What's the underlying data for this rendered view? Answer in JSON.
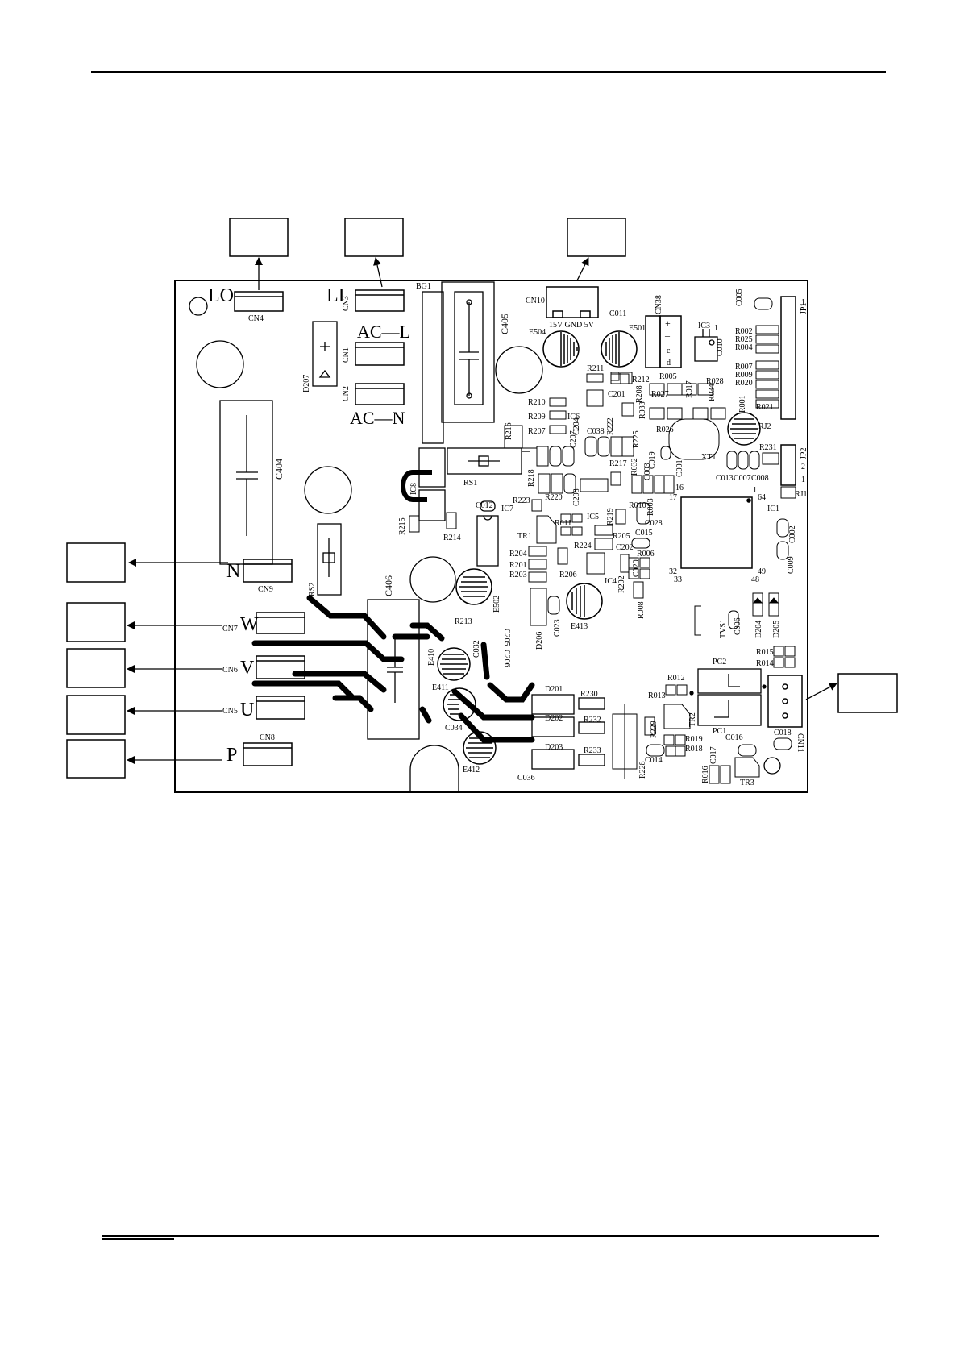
{
  "board": {
    "connectors": {
      "lo": "LO",
      "cn4": "CN4",
      "li": "LI",
      "cn3": "CN3",
      "ac_l": "AC—L",
      "cn1": "CN1",
      "ac_n": "AC—N",
      "cn2": "CN2",
      "n": "N",
      "cn9": "CN9",
      "w": "W",
      "cn7": "CN7",
      "v": "V",
      "cn6": "CN6",
      "u": "U",
      "cn5": "CN5",
      "p": "P",
      "cn8": "CN8",
      "cn10": "CN10",
      "cn10_pins": "15V GND 5V",
      "cn38": "CN38",
      "cn11": "CN11",
      "jp1": "JP1",
      "jp2": "JP2",
      "rj1": "RJ1",
      "rj2": "RJ2"
    },
    "components": {
      "bg1": "BG1",
      "c405": "C405",
      "c404": "C404",
      "c406": "C406",
      "d207": "D207",
      "rs1": "RS1",
      "rs2": "RS2",
      "ic8": "IC8",
      "r215": "R215",
      "r214": "R214",
      "c012": "C012",
      "ic7": "IC7",
      "r223": "R223",
      "tr1": "TR1",
      "r011": "R011",
      "ic5": "IC5",
      "r224": "R224",
      "r204": "R204",
      "r201": "R201",
      "r203": "R203",
      "r206": "R206",
      "d206": "D206",
      "c023": "C023",
      "e413": "E413",
      "e504": "E504",
      "e501": "E501",
      "c011": "C011",
      "r211": "R211",
      "r212": "R212",
      "c201": "C201",
      "r208": "R208",
      "r210": "R210",
      "r209": "R209",
      "r207": "R207",
      "ic6": "IC6",
      "c204": "C204",
      "c207": "C207",
      "c038": "C038",
      "r222": "R222",
      "r225": "R225",
      "r216": "R216",
      "r218": "R218",
      "r220": "R220",
      "c208": "C208",
      "r217": "R217",
      "r219": "R219",
      "r205": "R205",
      "c202": "C202",
      "ic4": "IC4",
      "r202": "R202",
      "r008": "R008",
      "c015": "C015",
      "r006": "R006",
      "c020": "C020",
      "c028": "C028",
      "r010": "R010",
      "r003": "R003",
      "r032": "R032",
      "c019": "C019",
      "c003": "C003",
      "c001": "C001",
      "xt1": "XT1",
      "r033": "R033",
      "r026": "R026",
      "r005": "R005",
      "r027": "R027",
      "r017": "R017",
      "r034": "R034",
      "r028": "R028",
      "ic3": "IC3",
      "c010": "C010",
      "r001": "R001",
      "c005": "C005",
      "r002": "R002",
      "r025": "R025",
      "r004": "R004",
      "r007": "R007",
      "r009": "R009",
      "r020": "R020",
      "r021": "R021",
      "r231": "R231",
      "c013": "C013",
      "c007": "C007",
      "c008": "C008",
      "ic1": "IC1",
      "c002": "C002",
      "c009": "C009",
      "c006": "C006",
      "tvs1": "TVS1",
      "d204": "D204",
      "d205": "D205",
      "r015": "R015",
      "r014": "R014",
      "pc2": "PC2",
      "pc1": "PC1",
      "r012": "R012",
      "r013": "R013",
      "tr2": "TR2",
      "r019": "R019",
      "r018": "R018",
      "r229": "R229",
      "c014": "C014",
      "r228": "R228",
      "c016": "C016",
      "c017": "C017",
      "c018": "C018",
      "r016": "R016",
      "tr3": "TR3",
      "d201": "D201",
      "d202": "D202",
      "d203": "D203",
      "r230": "R230",
      "r232": "R232",
      "r233": "R233",
      "e410": "E410",
      "e411": "E411",
      "e412": "E412",
      "c034": "C034",
      "c036": "C036",
      "c032": "C032",
      "r213": "R213",
      "c205": "C205",
      "c206": "C206",
      "e502": "E502",
      "cn38_pins": [
        "+",
        "–",
        "c",
        "d"
      ],
      "jp1_pin": "1",
      "jp2_pin1": "2",
      "jp2_pin2": "1",
      "ic1_pins": [
        "64",
        "1",
        "16",
        "17",
        "32",
        "33",
        "48",
        "49"
      ],
      "ic3_pin": "1"
    }
  }
}
